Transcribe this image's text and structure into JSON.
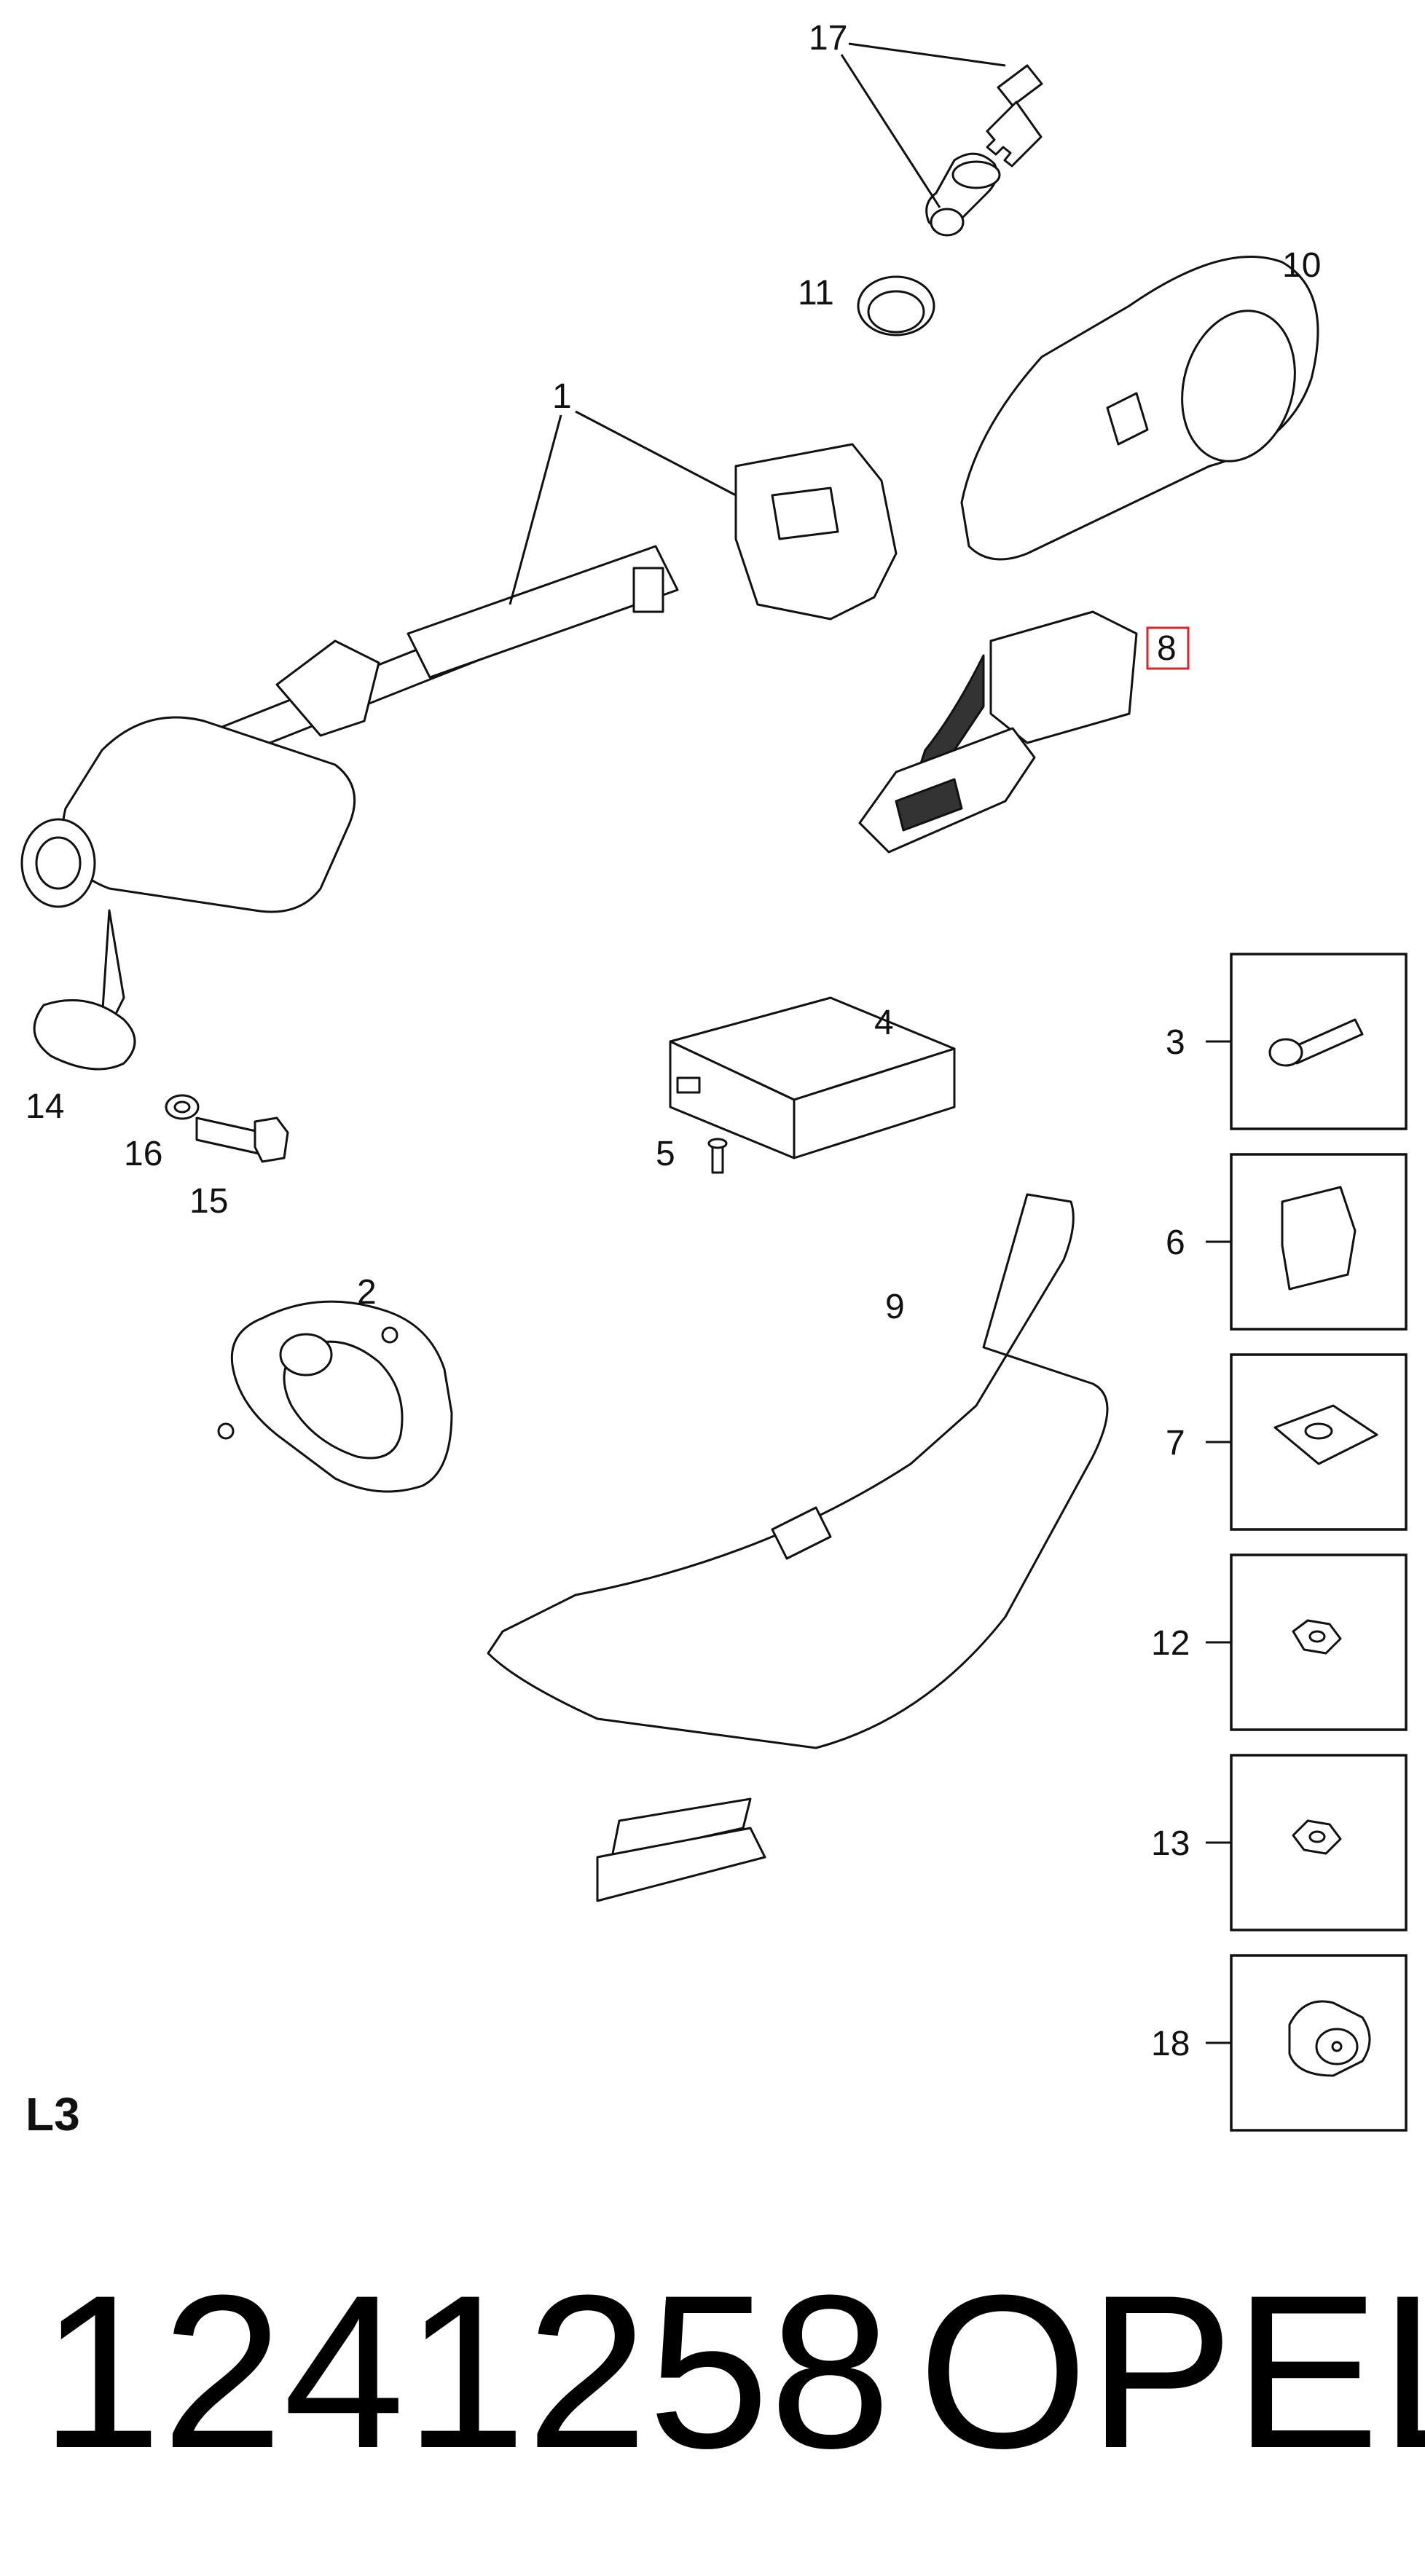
{
  "callouts": {
    "c1": "1",
    "c2": "2",
    "c3": "3",
    "c4": "4",
    "c5": "5",
    "c6": "6",
    "c7": "7",
    "c8": "8",
    "c9": "9",
    "c10": "10",
    "c11": "11",
    "c12": "12",
    "c13": "13",
    "c14": "14",
    "c15": "15",
    "c16": "16",
    "c17": "17",
    "c18": "18"
  },
  "section_label": "L3",
  "part_number": "1241258",
  "brand": "OPEL",
  "colors": {
    "line": "#111111",
    "highlight": "#d9252a",
    "background": "#ffffff"
  },
  "highlighted_callout": "8"
}
